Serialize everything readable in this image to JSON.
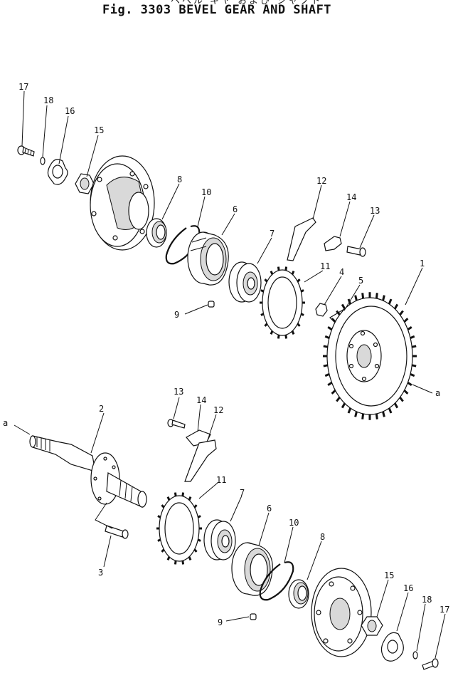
{
  "figure": {
    "title_jp": "ベベル ギヤ および シャフト",
    "title": "Fig. 3303 BEVEL GEAR AND SHAFT"
  },
  "callouts": {
    "upper": [
      "17",
      "18",
      "16",
      "15",
      "8",
      "10",
      "6",
      "9",
      "7",
      "12",
      "14",
      "13",
      "11",
      "4",
      "5",
      "1",
      "a"
    ],
    "lower": [
      "a",
      "2",
      "3",
      "13",
      "14",
      "12",
      "11",
      "7",
      "6",
      "10",
      "8",
      "9",
      "15",
      "16",
      "18",
      "17"
    ]
  }
}
